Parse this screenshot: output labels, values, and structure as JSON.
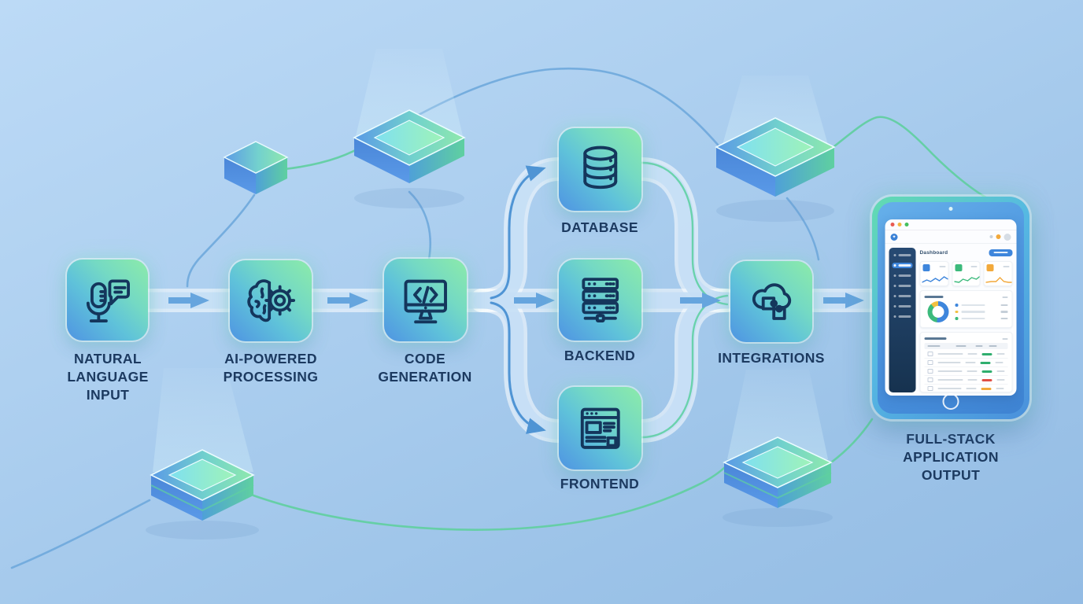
{
  "nodes": {
    "natural_language_input": {
      "label": "NATURAL\nLANGUAGE\nINPUT"
    },
    "ai_powered_processing": {
      "label": "AI-POWERED\nPROCESSING"
    },
    "code_generation": {
      "label": "CODE\nGENERATION"
    },
    "database": {
      "label": "DATABASE"
    },
    "backend": {
      "label": "BACKEND"
    },
    "frontend": {
      "label": "FRONTEND"
    },
    "integrations": {
      "label": "INTEGRATIONS"
    },
    "output": {
      "label": "FULL-STACK\nAPPLICATION\nOUTPUT"
    }
  },
  "edges": [
    [
      "natural_language_input",
      "ai_powered_processing"
    ],
    [
      "ai_powered_processing",
      "code_generation"
    ],
    [
      "code_generation",
      "database"
    ],
    [
      "code_generation",
      "backend"
    ],
    [
      "code_generation",
      "frontend"
    ],
    [
      "database",
      "integrations"
    ],
    [
      "backend",
      "integrations"
    ],
    [
      "frontend",
      "integrations"
    ],
    [
      "integrations",
      "output"
    ]
  ],
  "icons": {
    "natural_language_input": "microphone-chat-icon",
    "ai_powered_processing": "brain-gear-icon",
    "code_generation": "monitor-code-icon",
    "database": "database-cylinder-icon",
    "backend": "server-stack-icon",
    "frontend": "browser-window-icon",
    "integrations": "cloud-puzzle-icon",
    "output": "tablet-dashboard-mockup"
  },
  "colors": {
    "background_top": "#bcdaf6",
    "background_bottom": "#94bce4",
    "node_gradient_green": "#8ceba9",
    "node_gradient_blue": "#4f94e2",
    "icon_stroke": "#14365c",
    "label_text": "#1c3a60",
    "arrow_blue": "#66a5de",
    "line_blue": "#6fa8dc",
    "line_green": "#5fcf9f",
    "pipe_fill": "#c6def5",
    "pipe_edge": "#ffffff"
  },
  "tablet": {
    "window": {
      "title": "Dashboard",
      "traffic_lights": [
        "#e85b52",
        "#f2b63f",
        "#46c05d"
      ],
      "logo_color": "#3b82d6",
      "button_color": "#3e86dc",
      "sidebar": {
        "item_count": 7,
        "active_index": 1,
        "active_color": "#3e86dc",
        "bg": "#1d3d62"
      },
      "stat_cards": [
        {
          "icon_color": "#3e86dc",
          "spark_color": "#3e86dc"
        },
        {
          "icon_color": "#3cba7c",
          "spark_color": "#3cba7c"
        },
        {
          "icon_color": "#f2a93b",
          "spark_color": "#f2a93b"
        }
      ],
      "donut": {
        "segments": [
          {
            "color": "#3e86dc",
            "value": 52
          },
          {
            "color": "#3cba7c",
            "value": 36
          },
          {
            "color": "#f2c040",
            "value": 12
          }
        ],
        "legend_dot_colors": [
          "#3e86dc",
          "#f2c040",
          "#3cba7c"
        ]
      },
      "table": {
        "row_count": 5,
        "status_colors": [
          "#2fae6e",
          "#2fae6e",
          "#2fae6e",
          "#e04f46",
          "#f2a93b"
        ]
      }
    }
  }
}
